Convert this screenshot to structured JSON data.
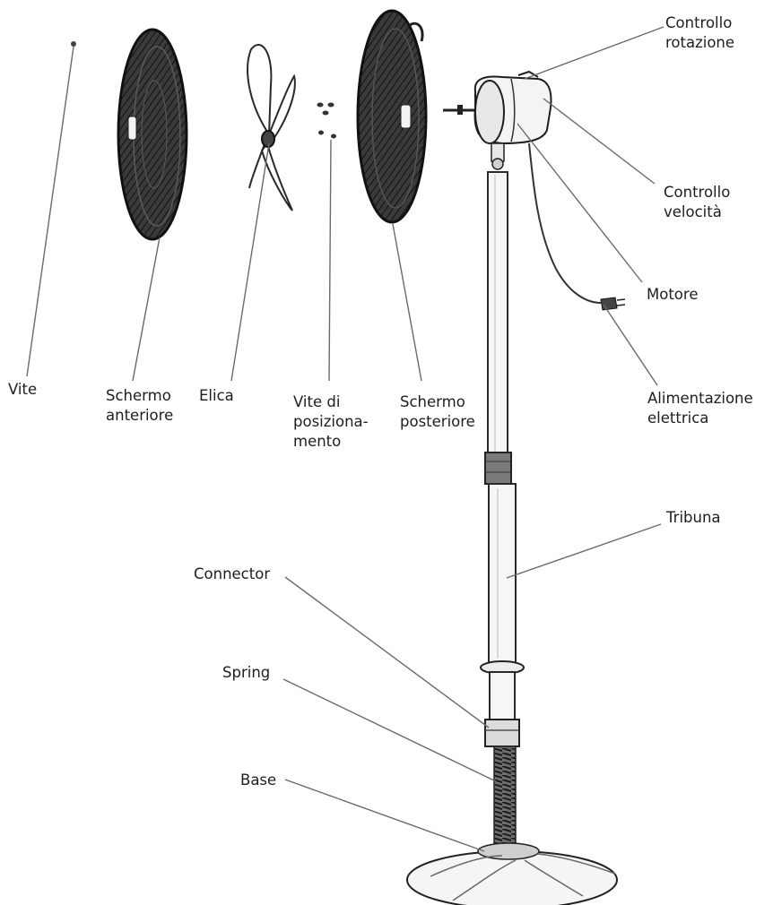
{
  "colors": {
    "ink": "#1e1e1e",
    "leader": "#6a6a6a",
    "grill_dark": "#2a2a2a",
    "background": "#ffffff"
  },
  "labels": {
    "controllo_rotazione": [
      "Controllo",
      "rotazione"
    ],
    "controllo_velocita": [
      "Controllo",
      "velocità"
    ],
    "motore": [
      "Motore"
    ],
    "alimentazione": [
      "Alimentazione",
      "elettrica"
    ],
    "vite": [
      "Vite"
    ],
    "schermo_anteriore": [
      "Schermo",
      "anteriore"
    ],
    "elica": [
      "Elica"
    ],
    "vite_posizionamento": [
      "Vite di",
      "posiziona-",
      "mento"
    ],
    "schermo_posteriore": [
      "Schermo",
      "posteriore"
    ],
    "tribuna": [
      "Tribuna"
    ],
    "connector": [
      "Connector"
    ],
    "spring": [
      "Spring"
    ],
    "base": [
      "Base"
    ]
  }
}
